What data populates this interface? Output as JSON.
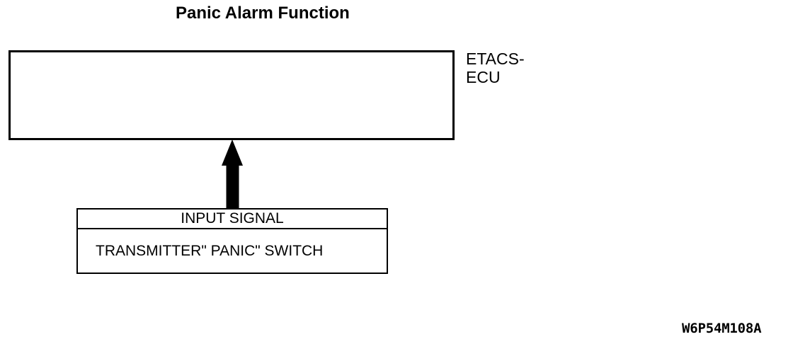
{
  "diagram": {
    "title": "Panic Alarm Function",
    "ecu_label_line1": "ETACS-",
    "ecu_label_line2": "ECU",
    "input_signal_label": "INPUT SIGNAL",
    "switch_label": "TRANSMITTER\" PANIC\" SWITCH",
    "figure_code": "W6P54M108A",
    "colors": {
      "line": "#000000",
      "background": "#ffffff"
    }
  }
}
